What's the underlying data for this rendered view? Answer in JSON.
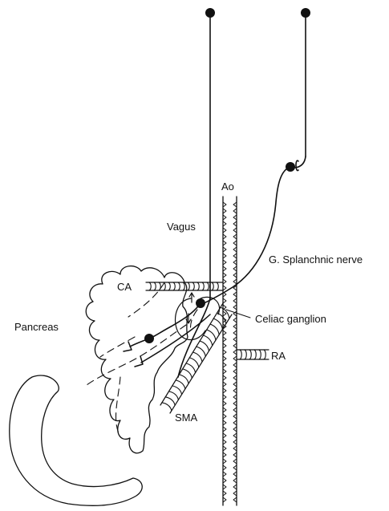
{
  "labels": {
    "ao": "Ao",
    "vagus": "Vagus",
    "splanchnic": "G. Splanchnic nerve",
    "ca": "CA",
    "pancreas": "Pancreas",
    "celiac_ganglion": "Celiac ganglion",
    "ra": "RA",
    "sma": "SMA"
  },
  "colors": {
    "ink": "#111111",
    "background": "#ffffff"
  }
}
